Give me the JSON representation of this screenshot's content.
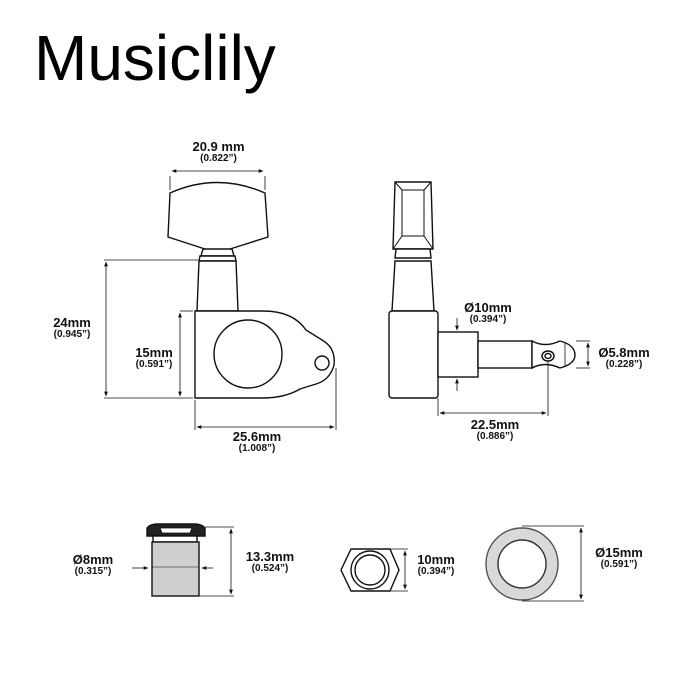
{
  "brand": {
    "title": "Musiclily"
  },
  "diagram": {
    "subject": "guitar tuning machine (tuner) dimensions",
    "views": {
      "front_view": {
        "button_width": {
          "mm": "20.9 mm",
          "in": "(0.822”)"
        },
        "total_height": {
          "mm": "24mm",
          "in": "(0.945”)"
        },
        "housing_height": {
          "mm": "15mm",
          "in": "(0.591”)"
        },
        "housing_width": {
          "mm": "25.6mm",
          "in": "(1.008”)"
        }
      },
      "side_view": {
        "bushing_diameter": {
          "mm": "Ø10mm",
          "in": "(0.394”)"
        },
        "post_diameter": {
          "mm": "Ø5.8mm",
          "in": "(0.228”)"
        },
        "post_length": {
          "mm": "22.5mm",
          "in": "(0.886”)"
        }
      },
      "hardware": {
        "bushing": {
          "diameter": {
            "mm": "Ø8mm",
            "in": "(0.315”)"
          },
          "height": {
            "mm": "13.3mm",
            "in": "(0.524”)"
          }
        },
        "hex_nut": {
          "size": {
            "mm": "10mm",
            "in": "(0.394”)"
          }
        },
        "washer": {
          "diameter": {
            "mm": "Ø15mm",
            "in": "(0.591”)"
          }
        }
      }
    },
    "colors": {
      "line": "#111111",
      "fill": "#ffffff",
      "washer_fill": "#d9d9d9",
      "bushing_fill": "#cfcfcf"
    }
  }
}
